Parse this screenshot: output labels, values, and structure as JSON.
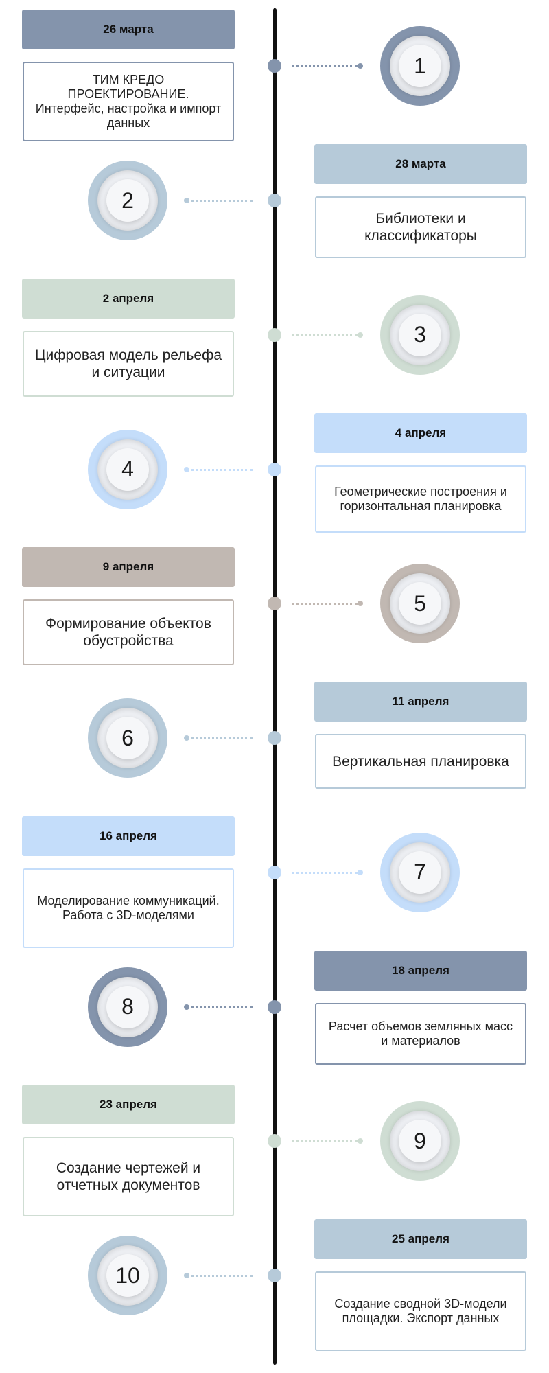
{
  "timeline": {
    "steps": [
      {
        "number": "1",
        "date": "26 марта",
        "title": "ТИМ КРЕДО ПРОЕКТИРОВАНИЕ. Интерфейс, настройка и импорт данных",
        "color": "#8494ac"
      },
      {
        "number": "2",
        "date": "28 марта",
        "title": "Библиотеки и классификаторы",
        "color": "#b6cad9"
      },
      {
        "number": "3",
        "date": "2 апреля",
        "title": "Цифровая модель рельефа и ситуации",
        "color": "#cfddd3"
      },
      {
        "number": "4",
        "date": "4 апреля",
        "title": "Геометрические построения и горизонтальная планировка",
        "color": "#c4ddfa"
      },
      {
        "number": "5",
        "date": "9 апреля",
        "title": "Формирование объектов обустройства",
        "color": "#c1b8b2"
      },
      {
        "number": "6",
        "date": "11 апреля",
        "title": "Вертикальная планировка",
        "color": "#b6cad9"
      },
      {
        "number": "7",
        "date": "16 апреля",
        "title": "Моделирование коммуникаций. Работа с 3D-моделями",
        "color": "#c4ddfa"
      },
      {
        "number": "8",
        "date": "18 апреля",
        "title": "Расчет объемов земляных масс и материалов",
        "color": "#8494ac"
      },
      {
        "number": "9",
        "date": "23 апреля",
        "title": "Создание чертежей и отчетных документов",
        "color": "#cfddd3"
      },
      {
        "number": "10",
        "date": "25 апреля",
        "title": "Создание сводной 3D-модели площадки. Экспорт данных",
        "color": "#b6cad9"
      }
    ]
  }
}
